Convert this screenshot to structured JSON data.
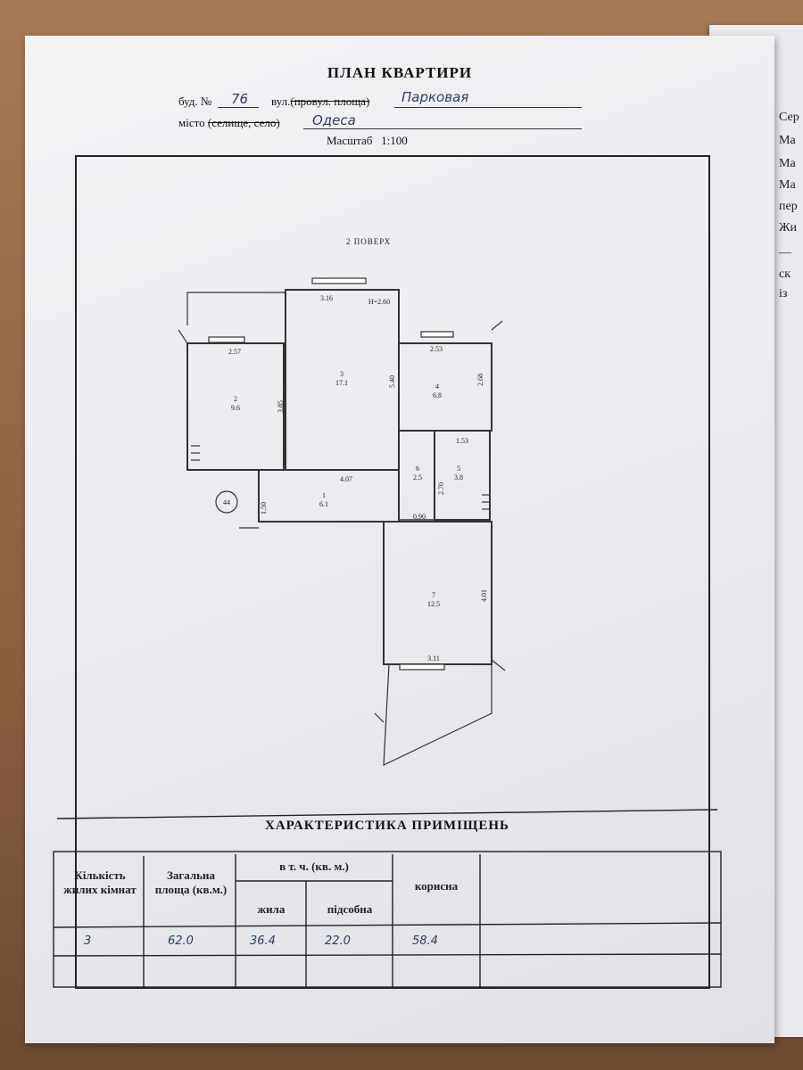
{
  "header": {
    "title": "ПЛАН КВАРТИРИ",
    "building_label": "буд. №",
    "building_number": "76",
    "street_label": "вул.",
    "street_struck": "(провул. площа)",
    "street_value": "Парковая",
    "city_label": "місто",
    "city_struck": "(селище, село)",
    "city_value": "Одеса",
    "scale_label": "Масштаб",
    "scale_value": "1:100"
  },
  "plan": {
    "floor": "2 ПОВЕРХ",
    "ceiling_height": "Н=2.60",
    "apartment_marker": "44",
    "rooms": [
      {
        "number": "1",
        "area": "6.1"
      },
      {
        "number": "2",
        "area": "9.6"
      },
      {
        "number": "3",
        "area": "17.1"
      },
      {
        "number": "4",
        "area": "6.8"
      },
      {
        "number": "5",
        "area": "3.8"
      },
      {
        "number": "6",
        "area": "2.5"
      },
      {
        "number": "7",
        "area": "12.5"
      }
    ],
    "dimensions": [
      "2.57",
      "3.85",
      "3.16",
      "5.40",
      "2.53",
      "2.68",
      "1.53",
      "2.70",
      "0.90",
      "4.07",
      "1.50",
      "4.01",
      "3.11"
    ]
  },
  "characteristics": {
    "title": "ХАРАКТЕРИСТИКА ПРИМІЩЕНЬ",
    "col_rooms": "Кількість жилих кімнат",
    "col_total": "Загальна площа (кв.м.)",
    "col_incl": "в т. ч. (кв. м.)",
    "col_living": "жила",
    "col_aux": "підсобна",
    "col_useful": "корисна",
    "values": {
      "rooms": "3",
      "total": "62.0",
      "living": "36.4",
      "aux": "22.0",
      "useful": "58.4"
    }
  },
  "right_sheet": {
    "lines": [
      "Сер",
      "Ма",
      "Ма",
      "Ма",
      "пер",
      "Жи",
      "—",
      "ск",
      "із"
    ]
  }
}
